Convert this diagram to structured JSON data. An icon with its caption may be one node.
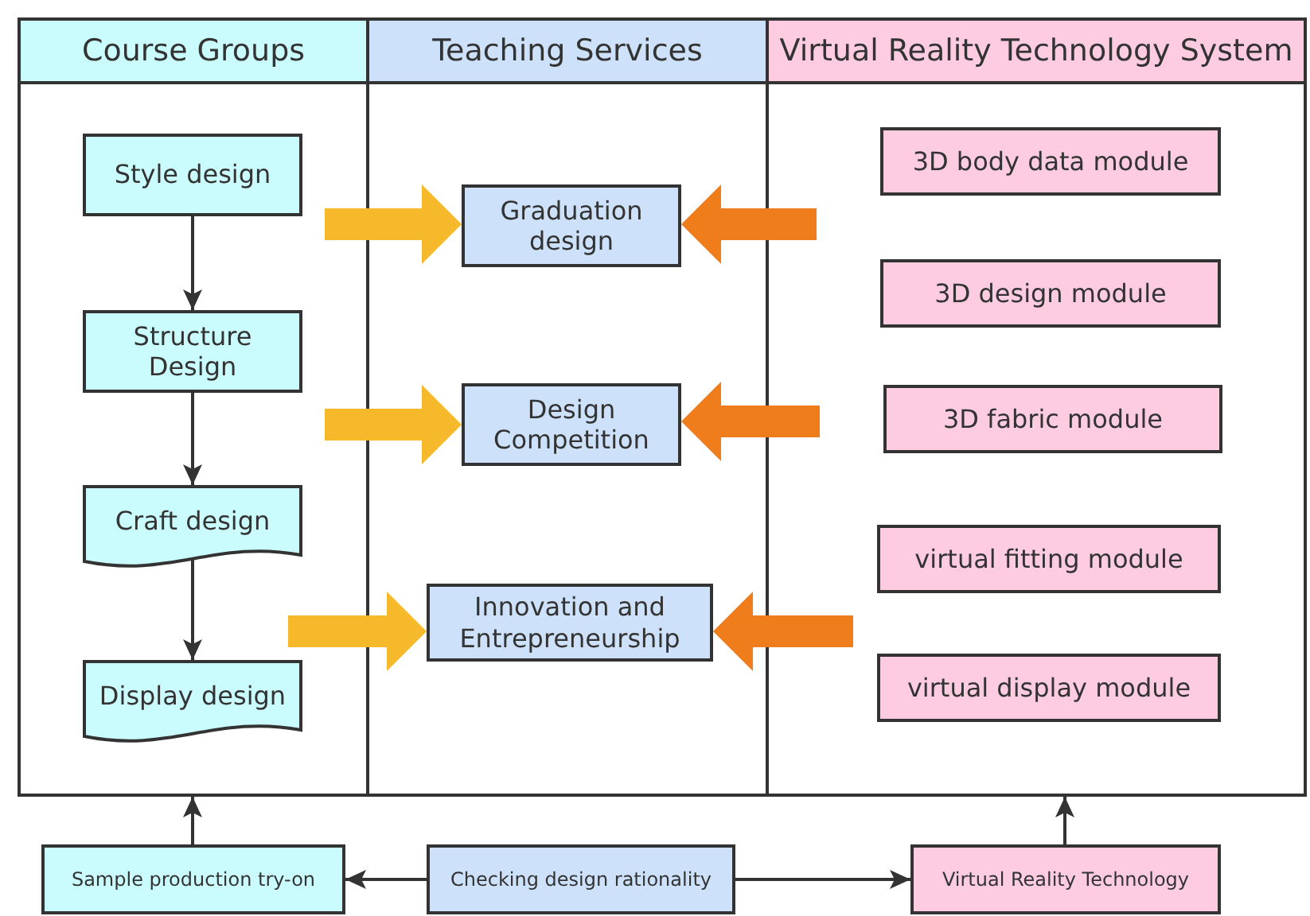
{
  "diagram": {
    "nodes": [
      {
        "text": [
          "Course Groups"
        ]
      },
      {
        "text": [
          "Teaching Services"
        ]
      },
      {
        "text": [
          "Virtual Reality Technology System"
        ]
      },
      {
        "text": [
          "Style design"
        ],
        "in": 0
      },
      {
        "text": [
          "Structure Design"
        ],
        "in": 0
      },
      {
        "text": [
          "Craft design"
        ],
        "in": 0
      },
      {
        "text": [
          "Display design"
        ],
        "in": 0
      },
      {
        "text": [
          "Graduation design"
        ],
        "in": 1
      },
      {
        "text": [
          "Design Competition"
        ],
        "in": 1
      },
      {
        "text": [
          "Innovation and Entrepreneurship"
        ],
        "in": 1
      },
      {
        "text": [
          "3D body data module"
        ],
        "in": 2
      },
      {
        "text": [
          "3D design module"
        ],
        "in": 2
      },
      {
        "text": [
          "3D fabric module"
        ],
        "in": 2
      },
      {
        "text": [
          "virtual fitting module"
        ],
        "in": 2
      },
      {
        "text": [
          "virtual display module"
        ],
        "in": 2
      },
      {
        "text": [
          "Sample production try-on"
        ]
      },
      {
        "text": [
          "Checking design rationality"
        ]
      },
      {
        "text": [
          "Virtual Reality Technology"
        ]
      }
    ],
    "edges": [
      {
        "from": 3,
        "to": 4,
        "arrow": "to"
      },
      {
        "from": 4,
        "to": 5,
        "arrow": "to"
      },
      {
        "from": 5,
        "to": 6,
        "arrow": "to"
      },
      {
        "from": null,
        "to": 7,
        "arrow": "to",
        "style": "thick",
        "color": "#f6b92b"
      },
      {
        "from": null,
        "to": 8,
        "arrow": "to",
        "style": "thick",
        "color": "#f6b92b"
      },
      {
        "from": null,
        "to": 9,
        "arrow": "to",
        "style": "thick",
        "color": "#f6b92b"
      },
      {
        "from": null,
        "to": 7,
        "arrow": "to",
        "style": "thick",
        "color": "#f07d1b"
      },
      {
        "from": null,
        "to": 8,
        "arrow": "to",
        "style": "thick",
        "color": "#f07d1b"
      },
      {
        "from": null,
        "to": 9,
        "arrow": "to",
        "style": "thick",
        "color": "#f07d1b"
      },
      {
        "from": 16,
        "to": 15,
        "arrow": "to"
      },
      {
        "from": 16,
        "to": 17,
        "arrow": "to"
      },
      {
        "from": 15,
        "to": 0,
        "arrow": "to"
      },
      {
        "from": 17,
        "to": 2,
        "arrow": "to"
      }
    ]
  }
}
